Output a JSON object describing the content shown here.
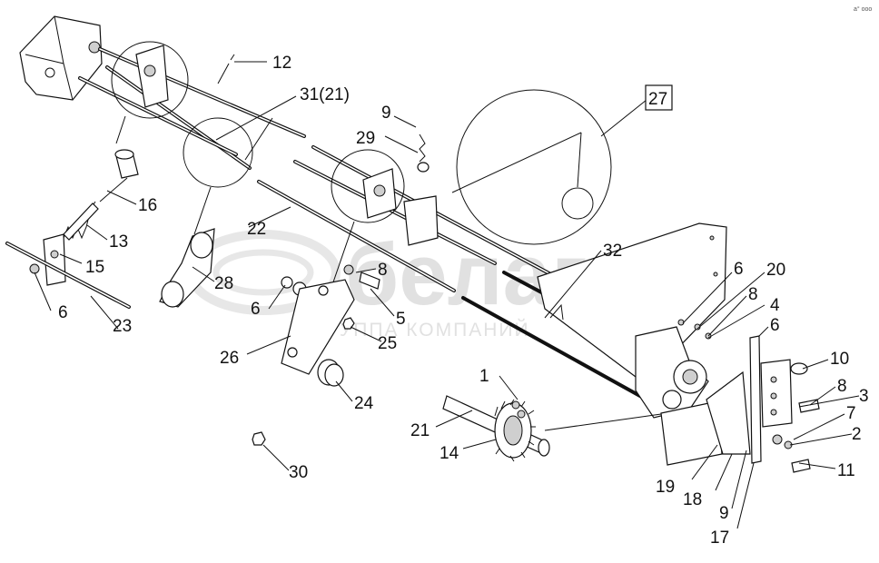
{
  "watermark": {
    "brand": "белагро",
    "subtitle": "ГРУППА КОМПАНИЙ"
  },
  "callouts": {
    "c12": "12",
    "c31_21": "31(21)",
    "c9_top": "9",
    "c29": "29",
    "c27": "27",
    "c16": "16",
    "c13": "13",
    "c15": "15",
    "c6_left": "6",
    "c23": "23",
    "c22": "22",
    "c28": "28",
    "c6_mid": "6",
    "c8_mid": "8",
    "c5": "5",
    "c25": "25",
    "c26": "26",
    "c24": "24",
    "c1": "1",
    "c21": "21",
    "c14": "14",
    "c30": "30",
    "c32": "32",
    "c6_right": "6",
    "c20": "20",
    "c8_right": "8",
    "c4": "4",
    "c6_far": "6",
    "c10": "10",
    "c8_far": "8",
    "c3": "3",
    "c7": "7",
    "c2": "2",
    "c11": "11",
    "c19": "19",
    "c18": "18",
    "c9_bottom": "9",
    "c17": "17"
  },
  "corner_mark": "a° ooo"
}
